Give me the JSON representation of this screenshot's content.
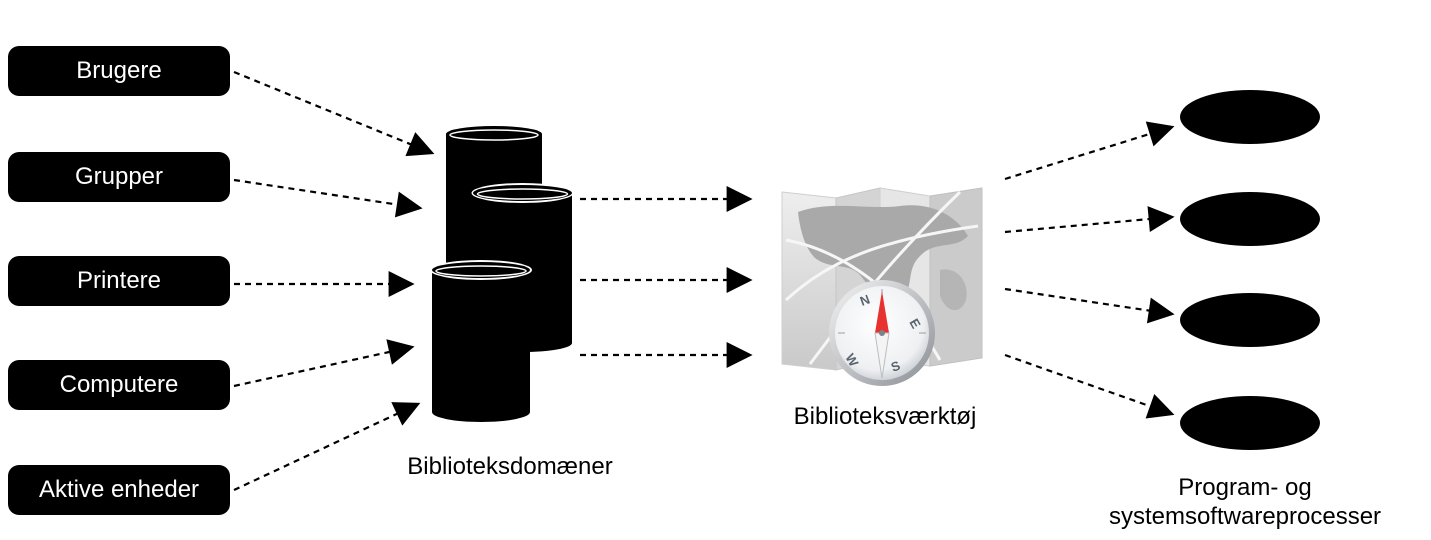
{
  "sources": [
    {
      "label": "Brugere"
    },
    {
      "label": "Grupper"
    },
    {
      "label": "Printere"
    },
    {
      "label": "Computere"
    },
    {
      "label": "Aktive enheder"
    }
  ],
  "domains": {
    "caption": "Biblioteksdomæner"
  },
  "tool": {
    "caption": "Biblioteksværktøj",
    "icon": "directory-utility-map-compass-icon",
    "compass_letters": [
      "N",
      "E",
      "S",
      "W"
    ]
  },
  "processes": {
    "caption_line1": "Program- og",
    "caption_line2": "systemsoftwareprocesser",
    "count": 4
  },
  "colors": {
    "fill": "#000000",
    "background": "#ffffff",
    "compass_needle": "#e8322f"
  }
}
